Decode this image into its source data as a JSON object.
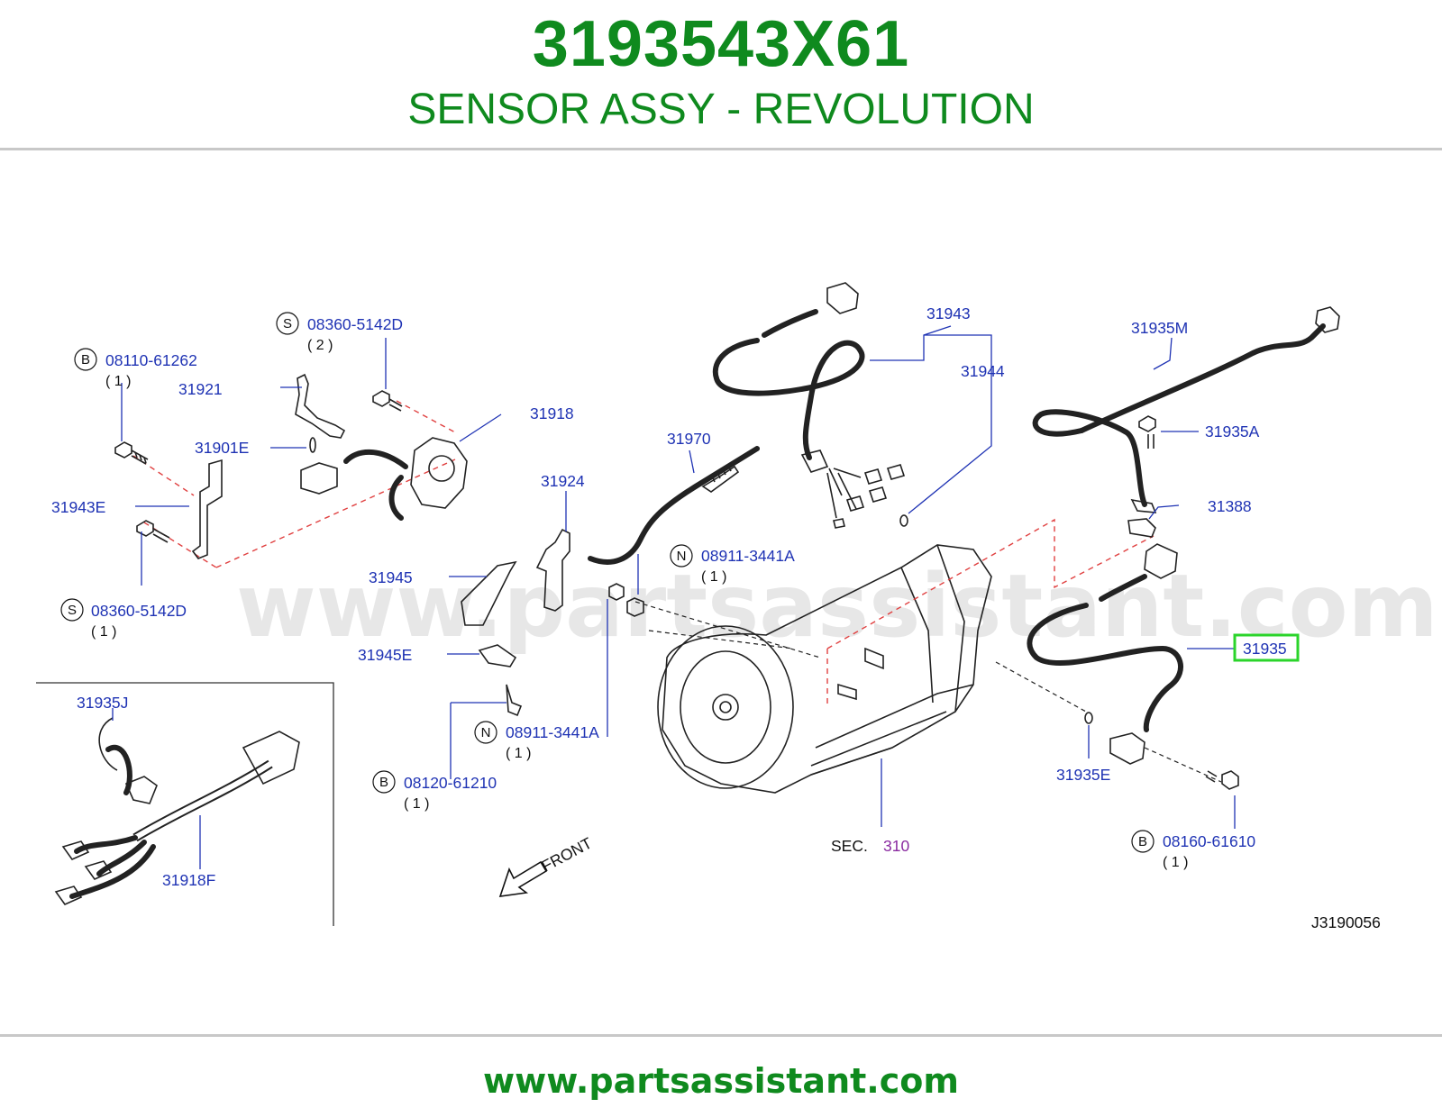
{
  "header": {
    "part_number": "3193543X61",
    "description": "SENSOR ASSY - REVOLUTION"
  },
  "footer": {
    "website": "www.partsassistant.com"
  },
  "watermark": "www.partsassistant.com",
  "diagram_code": "J3190056",
  "highlight_color": "#2bd42b",
  "brand_color": "#0f8a1e",
  "labels": {
    "p31935": "31935",
    "p31935m": "31935M",
    "p31935a": "31935A",
    "p31388": "31388",
    "p31935e": "31935E",
    "p31943": "31943",
    "p31944": "31944",
    "p31970": "31970",
    "p31924": "31924",
    "p31945": "31945",
    "p31945e": "31945E",
    "p31918": "31918",
    "p31921": "31921",
    "p31901e": "31901E",
    "p31943e": "31943E",
    "p31935j": "31935J",
    "p31918f": "31918F",
    "b08110": "08110-61262",
    "s08360a": "08360-5142D",
    "s08360b": "08360-5142D",
    "n08911a": "08911-3441A",
    "n08911b": "08911-3441A",
    "b08120": "08120-61210",
    "b08160": "08160-61610",
    "sec": "SEC.",
    "sec_num": "310",
    "front": "FRONT"
  },
  "qty": {
    "one": "( 1 )",
    "two": "( 2 )"
  },
  "prefix": {
    "b": "B",
    "s": "S",
    "n": "N"
  }
}
